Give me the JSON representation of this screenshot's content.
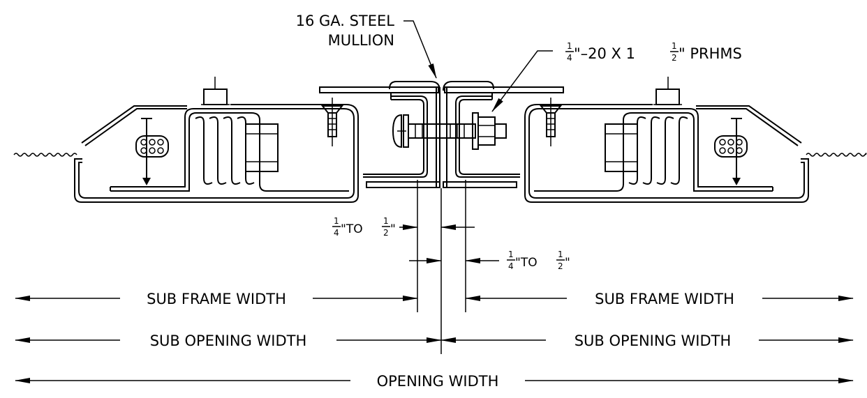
{
  "labels": {
    "mullion_line1": "16 GA. STEEL",
    "mullion_line2": "MULLION",
    "screw": {
      "a_num": "1",
      "a_den": "4",
      "mid": "\"–20 X 1",
      "b_num": "1",
      "b_den": "2",
      "tail": "\" PRHMS"
    },
    "gap_left": {
      "a_num": "1",
      "a_den": "4",
      "mid": "\"TO",
      "b_num": "1",
      "b_den": "2",
      "tail": "\""
    },
    "gap_right": {
      "a_num": "1",
      "a_den": "4",
      "mid": "\"TO",
      "b_num": "1",
      "b_den": "2",
      "tail": "\""
    },
    "sub_frame_width_left": "SUB FRAME WIDTH",
    "sub_frame_width_right": "SUB FRAME WIDTH",
    "sub_opening_width_left": "SUB OPENING WIDTH",
    "sub_opening_width_right": "SUB OPENING WIDTH",
    "opening_width": "OPENING WIDTH"
  },
  "colors": {
    "line": "#000000",
    "background": "#ffffff"
  }
}
